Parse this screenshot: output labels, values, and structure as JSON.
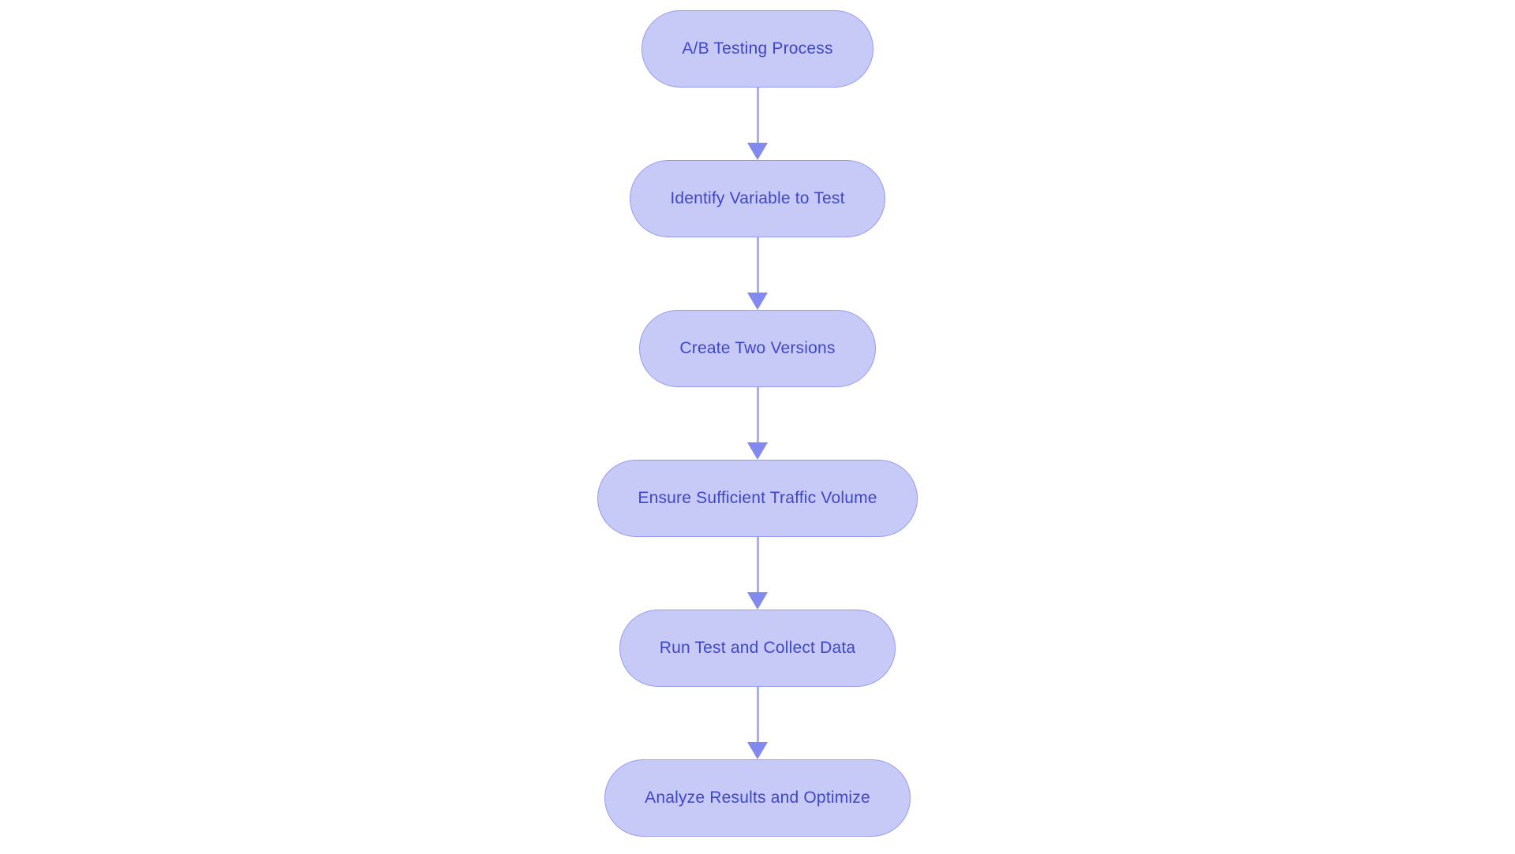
{
  "diagram": {
    "type": "flowchart",
    "direction": "top-down",
    "nodes": [
      {
        "id": "start",
        "shape": "stadium",
        "label": "A/B Testing Process"
      },
      {
        "id": "step1",
        "shape": "stadium",
        "label": "Identify Variable to Test"
      },
      {
        "id": "step2",
        "shape": "stadium",
        "label": "Create Two Versions"
      },
      {
        "id": "step3",
        "shape": "stadium",
        "label": "Ensure Sufficient Traffic Volume"
      },
      {
        "id": "step4",
        "shape": "stadium",
        "label": "Run Test and Collect Data"
      },
      {
        "id": "end",
        "shape": "stadium",
        "label": "Analyze Results and Optimize"
      }
    ],
    "edges": [
      {
        "from": "start",
        "to": "step1",
        "style": "arrow"
      },
      {
        "from": "step1",
        "to": "step2",
        "style": "arrow"
      },
      {
        "from": "step2",
        "to": "step3",
        "style": "arrow"
      },
      {
        "from": "step3",
        "to": "step4",
        "style": "arrow"
      },
      {
        "from": "step4",
        "to": "end",
        "style": "arrow"
      }
    ],
    "colors": {
      "node_fill": "#c7caf7",
      "node_border": "#949af2",
      "node_text": "#3f46c8",
      "arrow_line": "#a9aef4",
      "arrow_head": "#8289ef",
      "background": "#ffffff"
    }
  }
}
